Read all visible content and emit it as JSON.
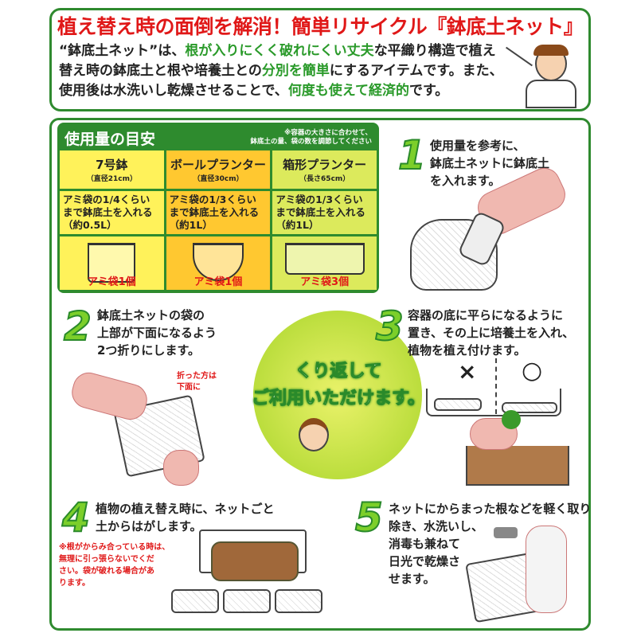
{
  "header": {
    "title": "植え替え時の面倒を解消！簡単リサイクル『鉢底土ネット』",
    "intro": [
      {
        "text": "“鉢底土ネット”は、",
        "hl": false
      },
      {
        "text": "根が入りにくく破れにくい丈夫",
        "hl": true
      },
      {
        "text": "な平織り構造で植え替え時の鉢底土と根や培養土との",
        "hl": false
      },
      {
        "text": "分別を簡単",
        "hl": true
      },
      {
        "text": "にするアイテムです。また、使用後は水洗いし乾燥させることで、",
        "hl": false
      },
      {
        "text": "何度も使えて経済的",
        "hl": true
      },
      {
        "text": "です。",
        "hl": false
      }
    ]
  },
  "usage_table": {
    "title": "使用量の目安",
    "note_line1": "※容器の大きさに合わせて、",
    "note_line2": "鉢底土の量、袋の数を調節してください",
    "columns": [
      {
        "name": "7号鉢",
        "size": "（直径21cm）",
        "amount_l1": "アミ袋の1/4くらい",
        "amount_l2": "まで鉢底土を入れる",
        "amount_l3": "（約0.5L）",
        "count": "アミ袋1個",
        "bg": "#fff25a"
      },
      {
        "name": "ボールプランター",
        "size": "（直径30cm）",
        "amount_l1": "アミ袋の1/3くらい",
        "amount_l2": "まで鉢底土を入れる",
        "amount_l3": "（約1L）",
        "count": "アミ袋1個",
        "bg": "#ffc830"
      },
      {
        "name": "箱形プランター",
        "size": "（長さ65cm）",
        "amount_l1": "アミ袋の1/3くらい",
        "amount_l2": "まで鉢底土を入れる",
        "amount_l3": "（約1L）",
        "count": "アミ袋3個",
        "bg": "#dcea5c"
      }
    ]
  },
  "steps": [
    {
      "num": "1",
      "l1": "使用量を参考に、",
      "l2": "鉢底土ネットに鉢底土",
      "l3": "を入れます。"
    },
    {
      "num": "2",
      "l1": "鉢底土ネットの袋の",
      "l2": "上部が下面になるよう",
      "l3": "2つ折りにします。",
      "note1": "折った方は",
      "note2": "下面に"
    },
    {
      "num": "3",
      "l1": "容器の底に平らになるように",
      "l2": "置き、その上に培養土を入れ、",
      "l3": "植物を植え付けます。",
      "wrong": "×",
      "right": "○"
    },
    {
      "num": "4",
      "l1": "植物の植え替え時に、ネットごと",
      "l2": "土からはがします。",
      "note1": "※根がからみ合っている時は、",
      "note2": "無理に引っ張らないでくだ",
      "note3": "さい。袋が破れる場合があ",
      "note4": "ります。"
    },
    {
      "num": "5",
      "l1": "ネットにからまった根などを軽く取り",
      "l2": "除き、水洗いし、",
      "l3": "消毒も兼ねて",
      "l4": "日光で乾燥さ",
      "l5": "せます。"
    }
  ],
  "center": {
    "l1": "くり返して",
    "l2": "ご利用いただけます。"
  },
  "colors": {
    "green": "#2f8a2f",
    "red": "#e01818",
    "accent": "#7ccf2a"
  }
}
